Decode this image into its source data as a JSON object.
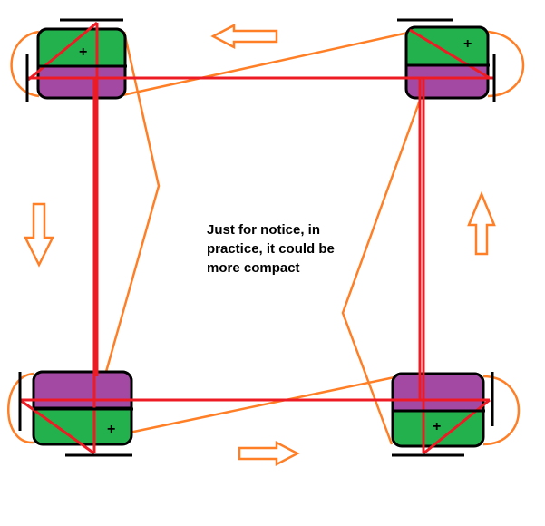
{
  "note": {
    "lines": [
      "Just for notice, in",
      "practice, it could be",
      "more compact"
    ]
  },
  "battery_terminal_label": "+",
  "colors": {
    "positive": "#22b14c",
    "negative": "#a349a4",
    "wire": "#ed1c24",
    "link": "#ff7f27",
    "outline": "#000000"
  }
}
